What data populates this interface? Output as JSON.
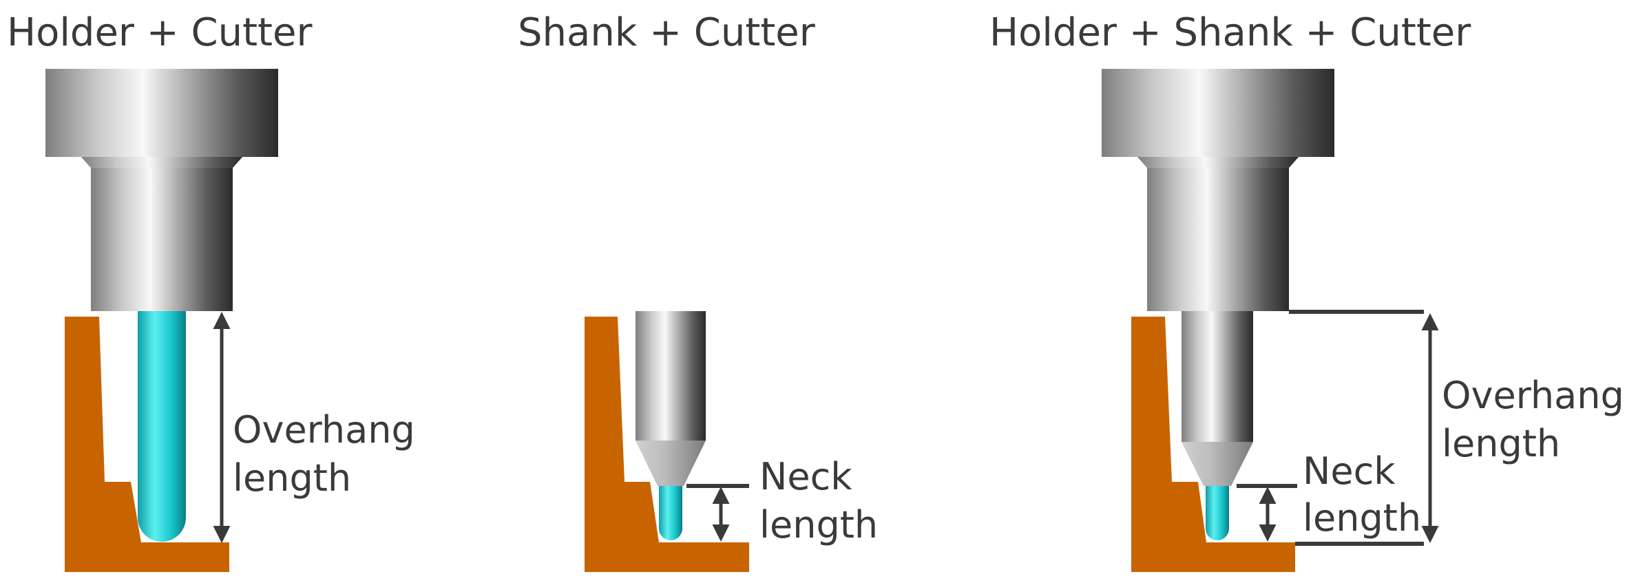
{
  "panels": [
    {
      "title": "Holder + Cutter",
      "overhang_label": [
        "Overhang",
        "length"
      ]
    },
    {
      "title": "Shank + Cutter",
      "neck_label": [
        "Neck",
        "length"
      ]
    },
    {
      "title": "Holder + Shank + Cutter",
      "neck_label": [
        "Neck",
        "length"
      ],
      "overhang_label": [
        "Overhang",
        "length"
      ]
    }
  ],
  "colors": {
    "workpiece": "#c86400",
    "cutter": "#19c6cc",
    "metal_dark": "#2b2b2b",
    "metal_light": "#f7f7f7",
    "dimension_line": "#3a3a3a",
    "text": "#3a3a3a"
  }
}
